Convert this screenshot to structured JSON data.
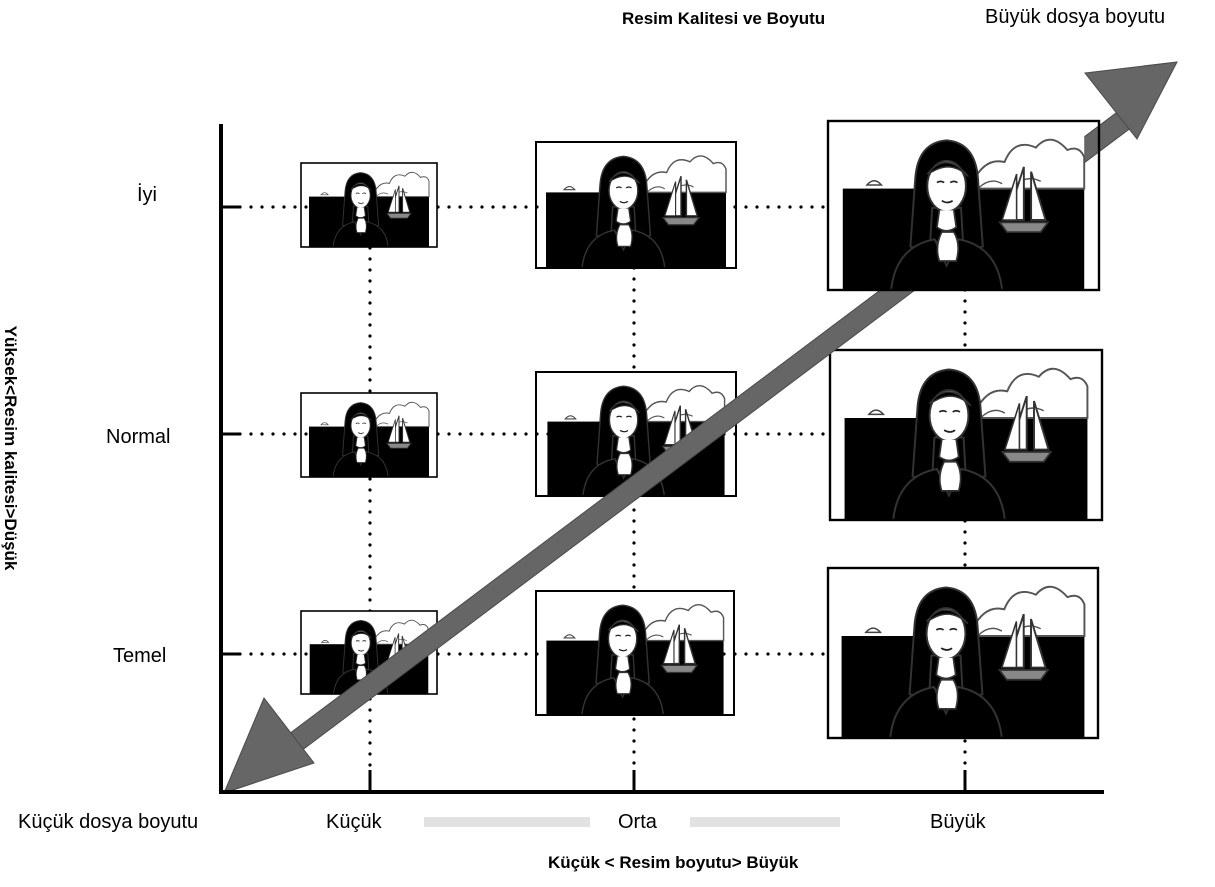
{
  "title": "Resim Kalitesi ve Boyutu",
  "arrow_labels": {
    "large_file": "Büyük dosya boyutu",
    "small_file": "Küçük dosya boyutu"
  },
  "x_axis": {
    "title": "Küçük < Resim boyutu> Büyük",
    "ticks": [
      "Küçük",
      "Orta",
      "Büyük"
    ]
  },
  "y_axis": {
    "title": "Yüksek<Resim kalitesi>Düşük",
    "ticks": [
      "İyi",
      "Normal",
      "Temel"
    ]
  },
  "grid": [
    {
      "quality": "İyi",
      "size": "Küçük"
    },
    {
      "quality": "İyi",
      "size": "Orta"
    },
    {
      "quality": "İyi",
      "size": "Büyük"
    },
    {
      "quality": "Normal",
      "size": "Küçük"
    },
    {
      "quality": "Normal",
      "size": "Orta"
    },
    {
      "quality": "Normal",
      "size": "Büyük"
    },
    {
      "quality": "Temel",
      "size": "Küçük"
    },
    {
      "quality": "Temel",
      "size": "Orta"
    },
    {
      "quality": "Temel",
      "size": "Büyük"
    }
  ],
  "colors": {
    "arrow": "#666666",
    "axis": "#000000",
    "water": "#a8a8a8"
  }
}
